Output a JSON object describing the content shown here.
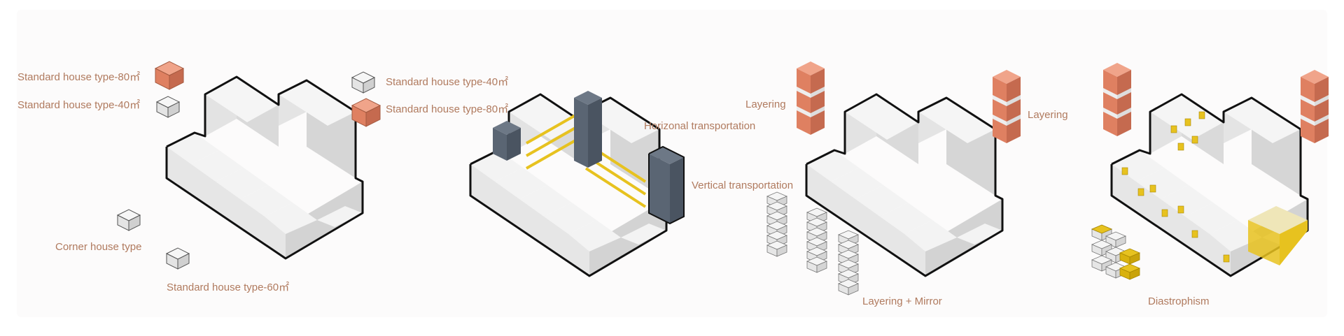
{
  "palette": {
    "label_text": "#b07a5e",
    "block_top": "#f3f3f3",
    "block_left": "#e6e6e6",
    "block_right": "#d3d3d3",
    "outline": "#111111",
    "brick_top": "#f0a48a",
    "brick_left": "#df8061",
    "brick_right": "#c56a4f",
    "core_dark": "#5a6573",
    "accent_yellow": "#e7c21f",
    "pale_yellow": "#efe6b8"
  },
  "diagrams": [
    {
      "id": "house-types",
      "labels": {
        "std80": "Standard house type-80㎡",
        "std40": "Standard house type-40㎡",
        "corner": "Corner house type",
        "std60": "Standard house type-60㎡"
      },
      "legend": {
        "std40": "Standard house type-40㎡",
        "std80": "Standard house type-80㎡"
      }
    },
    {
      "id": "transportation",
      "labels": {
        "horizontal": "Horizonal transportation",
        "vertical": "Vertical transportation"
      }
    },
    {
      "id": "layering-mirror",
      "labels": {
        "layering_left": "Layering",
        "layering_right": "Layering",
        "caption": "Layering + Mirror"
      }
    },
    {
      "id": "diastrophism",
      "labels": {
        "caption": "Diastrophism"
      }
    }
  ]
}
